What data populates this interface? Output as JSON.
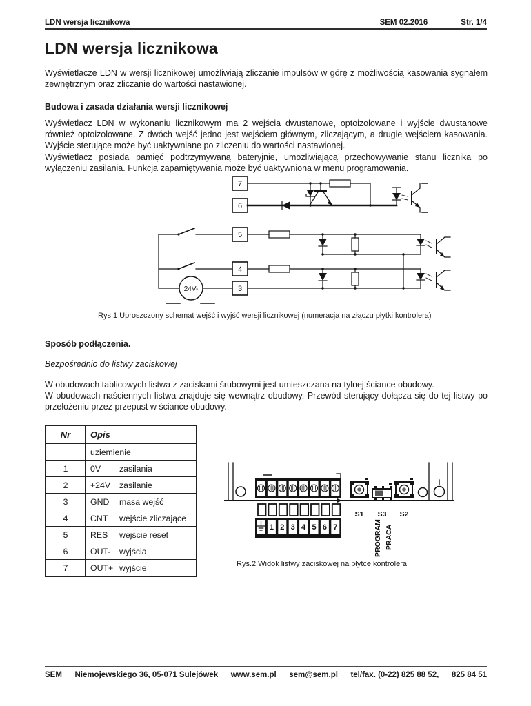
{
  "header": {
    "doc_title": "LDN wersja licznikowa",
    "revision": "SEM 02.2016",
    "page_number": "Str. 1/4"
  },
  "title": "LDN wersja licznikowa",
  "intro": "Wyświetlacze LDN  w wersji licznikowej umożliwiają zliczanie impulsów w górę z możliwością kasowania sygnałem zewnętrznym oraz zliczanie do wartości nastawionej.",
  "section_budowa": {
    "heading": "Budowa i zasada działania wersji licznikowej",
    "para1": "Wyświetlacz LDN w wykonaniu licznikowym ma 2 wejścia dwustanowe, optoizolowane i wyjście dwustanowe również optoizolowane. Z dwóch wejść jedno jest wejściem głównym, zliczającym, a drugie wejściem kasowania. Wyjście sterujące może być uaktywniane po zliczeniu do wartości nastawionej.",
    "para2": "Wyświetlacz posiada pamięć podtrzymywaną bateryjnie, umożliwiającą przechowywanie stanu licznika po wyłączeniu zasilania. Funkcja zapamiętywania może być uaktywniona  w menu programowania."
  },
  "fig1": {
    "caption": "Rys.1 Uproszczony schemat wejść i wyjść wersji licznikowej (numeracja na złączu płytki kontrolera)",
    "terminals": [
      "7",
      "6",
      "5",
      "4",
      "3"
    ],
    "source_label": "24V-"
  },
  "section_podlaczenie": {
    "heading": "Sposób podłączenia.",
    "subheading": "Bezpośrednio do listwy zaciskowej",
    "para1": "W obudowach tablicowych listwa z zaciskami śrubowymi jest umieszczana na tylnej ściance obudowy.",
    "para2": "W obudowach naściennych listwa znajduje się wewnątrz obudowy. Przewód sterujący dołącza się do tej listwy po przełożeniu przez przepust w ściance obudowy."
  },
  "pin_table": {
    "col_nr": "Nr",
    "col_opis": "Opis",
    "rows": [
      {
        "nr": "",
        "code": "",
        "desc": "uziemienie"
      },
      {
        "nr": "1",
        "code": "0V",
        "desc": "zasilania"
      },
      {
        "nr": "2",
        "code": "+24V",
        "desc": "zasilanie"
      },
      {
        "nr": "3",
        "code": "GND",
        "desc": "masa wejść"
      },
      {
        "nr": "4",
        "code": "CNT",
        "desc": "wejście zliczające"
      },
      {
        "nr": "5",
        "code": "RES",
        "desc": "wejście reset"
      },
      {
        "nr": "6",
        "code": "OUT-",
        "desc": "wyjścia"
      },
      {
        "nr": "7",
        "code": "OUT+",
        "desc": "wyjście"
      }
    ]
  },
  "fig2": {
    "caption": "Rys.2 Widok listwy zaciskowej na płytce kontrolera",
    "terminals": [
      "1",
      "2",
      "3",
      "4",
      "5",
      "6",
      "7"
    ],
    "switch_s1": "S1",
    "switch_s3": "S3",
    "switch_s2": "S2",
    "mode_program": "PROGRAM",
    "mode_praca": "PRACA"
  },
  "footer": {
    "brand": "SEM",
    "address": "Niemojewskiego 36, 05-071 Sulejówek",
    "website": "www.sem.pl",
    "email": "sem@sem.pl",
    "phone": "tel/fax. (0-22) 825 88 52,",
    "phone2": "825 84 51"
  }
}
